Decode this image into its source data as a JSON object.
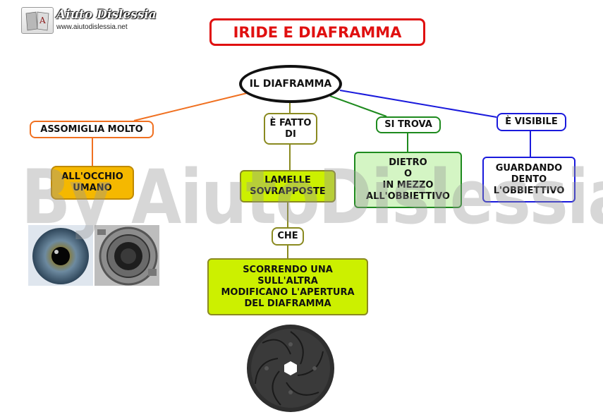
{
  "logo": {
    "title": "Aiuto Dislessia",
    "url": "www.aiutodislessia.net"
  },
  "title": "IRIDE E DIAFRAMMA",
  "watermark": "By AiutoDislessia.net",
  "central": "IL DIAFRAMMA",
  "branches": {
    "assomiglia": {
      "link": "ASSOMIGLIA MOLTO",
      "value": "ALL'OCCHIO\nUMANO"
    },
    "fatto": {
      "link": "È FATTO\nDI",
      "value": "LAMELLE\nSOVRAPPOSTE",
      "link2": "CHE",
      "value2": "SCORRENDO UNA\nSULL'ALTRA\nMODIFICANO L'APERTURA\nDEL DIAFRAMMA"
    },
    "trova": {
      "link": "SI TROVA",
      "value": "DIETRO\nO\nIN MEZZO\nALL'OBBIETTIVO"
    },
    "visibile": {
      "link": "È VISIBILE",
      "value": "GUARDANDO\nDENTO\nL'OBBIETTIVO"
    }
  },
  "colors": {
    "title_border": "#e01010",
    "orange": "#f07020",
    "olive": "#8a8a20",
    "green": "#1e8a1e",
    "blue": "#1a1adc",
    "gold": "#f5b800",
    "lime": "#ccf000",
    "pale_green": "#d4f5c4"
  },
  "images": {
    "eye": "eye-photo",
    "mechanism": "diaphragm-mechanism-photo",
    "shutter": "diaphragm-blades-photo"
  }
}
